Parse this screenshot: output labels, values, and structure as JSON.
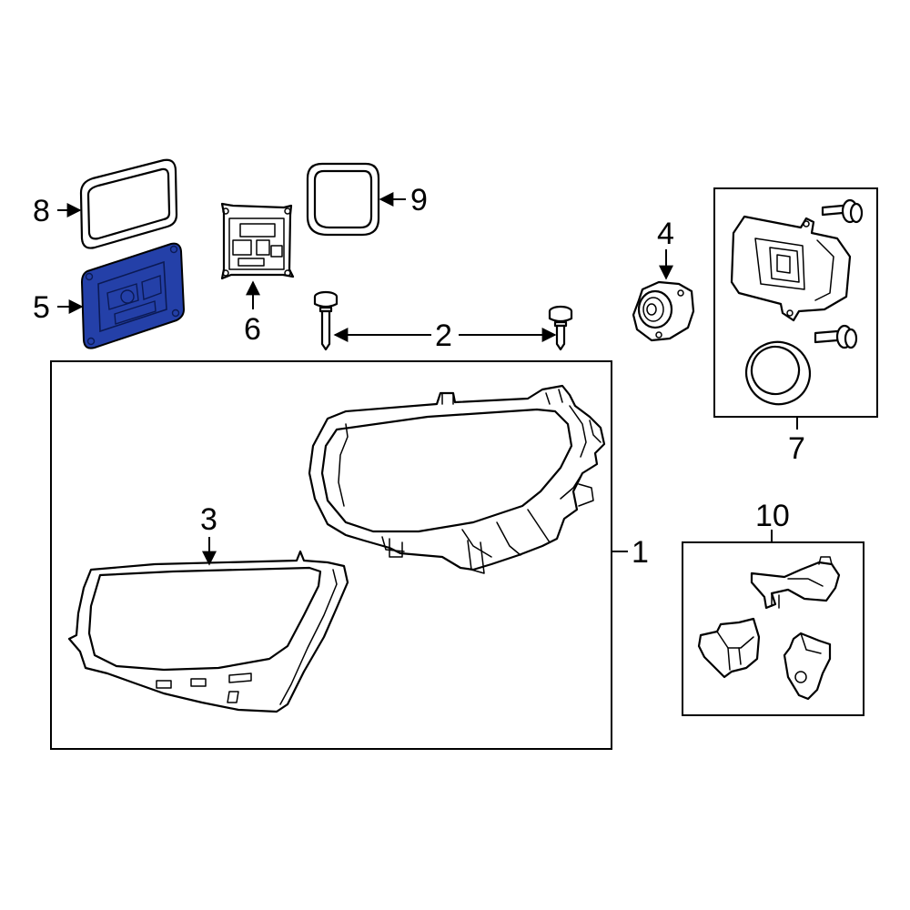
{
  "callouts": {
    "c1": "1",
    "c2": "2",
    "c3": "3",
    "c4": "4",
    "c5": "5",
    "c6": "6",
    "c7": "7",
    "c8": "8",
    "c9": "9",
    "c10": "10"
  },
  "colors": {
    "highlight": "#2440a8",
    "line": "#000000",
    "background": "#ffffff"
  }
}
